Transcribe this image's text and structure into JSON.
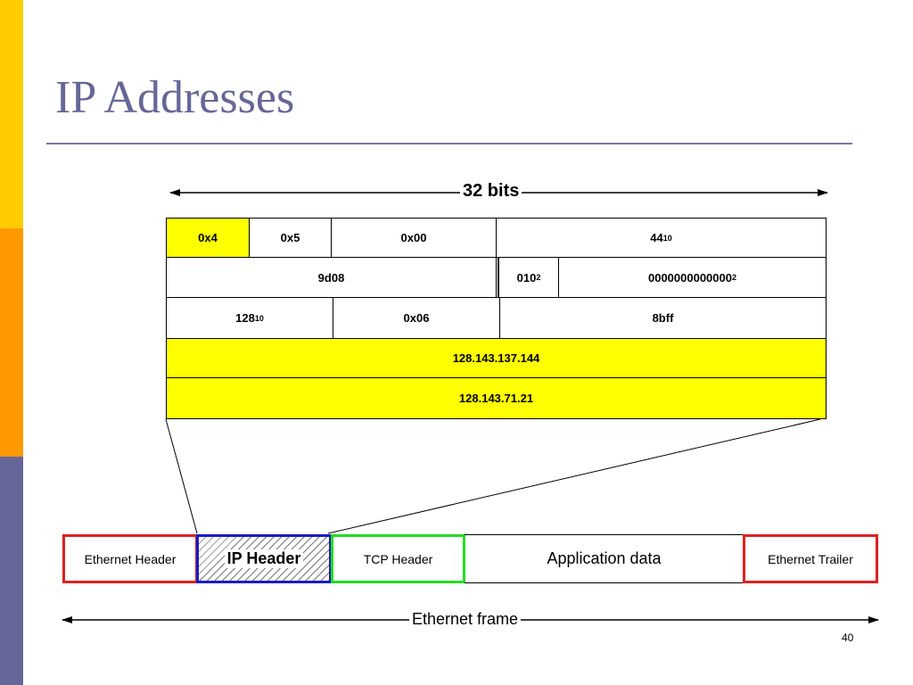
{
  "title": "IP Addresses",
  "width_label": "32 bits",
  "frame_label": "Ethernet frame",
  "page_number": "40",
  "colors": {
    "highlight": "#ffff00",
    "ethernet_border": "#e02020",
    "ip_border": "#1a1acc",
    "tcp_border": "#22dd22",
    "title": "#666699",
    "sidebar": [
      "#ffcc00",
      "#ff9900",
      "#666699"
    ]
  },
  "header_rows": [
    [
      {
        "value": "0x4",
        "sub": "",
        "highlight": true
      },
      {
        "value": "0x5",
        "sub": "",
        "highlight": false
      },
      {
        "value": "0x00",
        "sub": "",
        "highlight": false
      },
      {
        "value": "44",
        "sub": "10",
        "highlight": false
      }
    ],
    [
      {
        "value": "9d08",
        "sub": "",
        "highlight": false
      },
      {
        "value": "010",
        "sub": "2",
        "highlight": false
      },
      {
        "value": "0000000000000",
        "sub": "2",
        "highlight": false
      }
    ],
    [
      {
        "value": "128",
        "sub": "10",
        "highlight": false
      },
      {
        "value": "0x06",
        "sub": "",
        "highlight": false
      },
      {
        "value": "8bff",
        "sub": "",
        "highlight": false
      }
    ],
    [
      {
        "value": "128.143.137.144",
        "sub": "",
        "highlight": true
      }
    ],
    [
      {
        "value": "128.143.71.21",
        "sub": "",
        "highlight": true
      }
    ]
  ],
  "frame_parts": [
    {
      "label": "Ethernet Header",
      "border": "ethernet"
    },
    {
      "label": "IP Header",
      "border": "ip"
    },
    {
      "label": "TCP Header",
      "border": "tcp"
    },
    {
      "label": "Application data",
      "border": "plain"
    },
    {
      "label": "Ethernet Trailer",
      "border": "ethernet"
    }
  ]
}
